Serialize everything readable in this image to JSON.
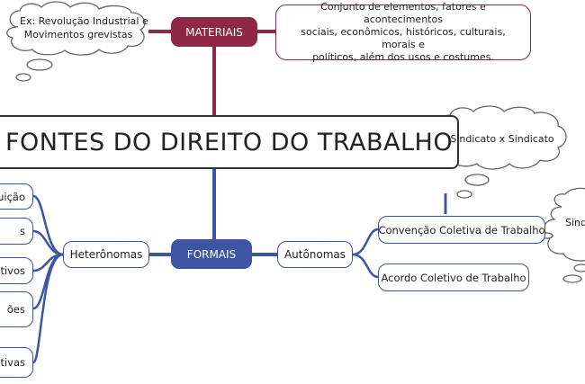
{
  "title": "FONTES DO DIREITO DO TRABALHO",
  "materiais": {
    "label": "MATERIAIS",
    "example_line1": "Ex: Revolução Industrial e",
    "example_line2": "Movimentos grevistas",
    "description_line1": "Conjunto de elementos, fatores e acontecimentos",
    "description_line2": "sociais, econômicos, históricos, culturais, morais e",
    "description_line3": "políticos, além dos usos e costumes."
  },
  "formais": {
    "label": "FORMAIS",
    "heteronomas": {
      "label": "Heterônomas",
      "items": [
        "uição",
        "s",
        "ativos",
        "ões",
        "tivas"
      ]
    },
    "autonomas": {
      "label": "Autônomas",
      "convencao": "Convenção Coletiva de Trabalho",
      "acordo": "Acordo Coletivo de Trabalho"
    }
  },
  "clouds": {
    "sindicato_x_sindicato": "Sindicato x Sindicato",
    "sind_partial": "Sind"
  },
  "colors": {
    "materiais": "#8e2844",
    "formais": "#3d55a2",
    "cloud_stroke": "#666666"
  }
}
